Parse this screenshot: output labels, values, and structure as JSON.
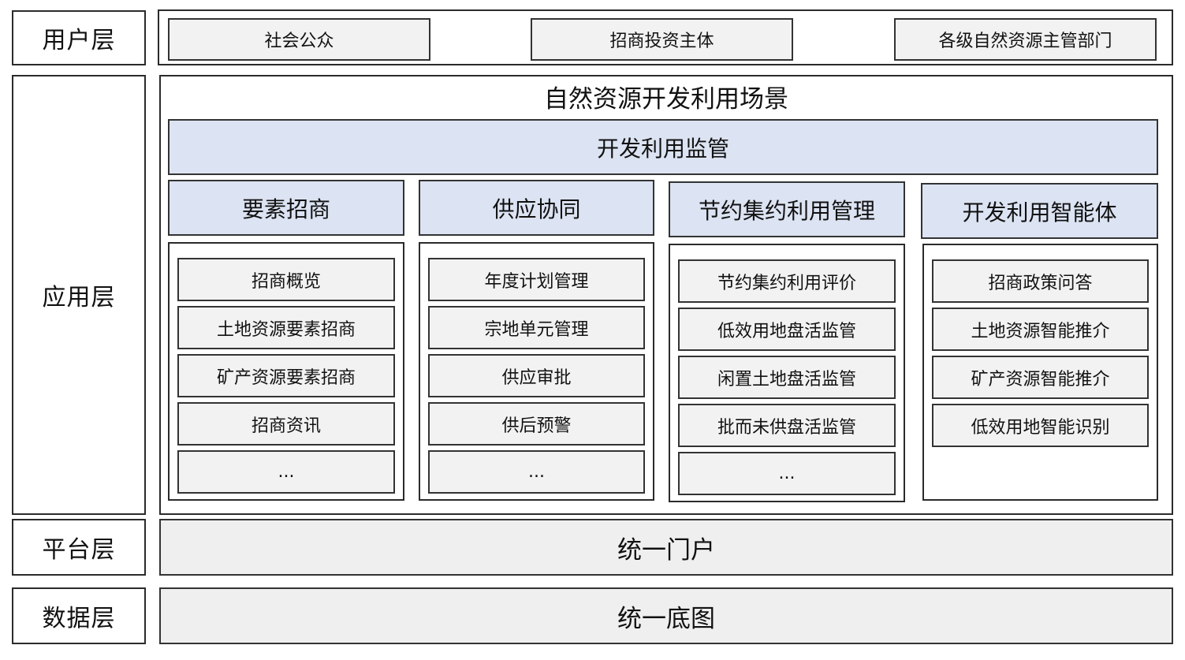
{
  "layers": {
    "user": "用户层",
    "application": "应用层",
    "platform": "平台层",
    "data": "数据层"
  },
  "user_layer": {
    "items": [
      "社会公众",
      "招商投资主体",
      "各级自然资源主管部门"
    ]
  },
  "application_layer": {
    "scene_title": "自然资源开发利用场景",
    "supervision": "开发利用监管",
    "columns": [
      {
        "title": "要素招商",
        "items": [
          "招商概览",
          "土地资源要素招商",
          "矿产资源要素招商",
          "招商资讯",
          "..."
        ]
      },
      {
        "title": "供应协同",
        "items": [
          "年度计划管理",
          "宗地单元管理",
          "供应审批",
          "供后预警",
          "..."
        ]
      },
      {
        "title": "节约集约利用管理",
        "items": [
          "节约集约利用评价",
          "低效用地盘活监管",
          "闲置土地盘活监管",
          "批而未供盘活监管",
          "..."
        ]
      },
      {
        "title": "开发利用智能体",
        "items": [
          "招商政策问答",
          "土地资源智能推介",
          "矿产资源智能推介",
          "低效用地智能识别"
        ]
      }
    ]
  },
  "platform_layer": {
    "portal": "统一门户"
  },
  "data_layer": {
    "basemap": "统一底图"
  },
  "colors": {
    "header_blue": "#dce3f2",
    "item_grey": "#f2f2f2",
    "border": "#333333"
  }
}
